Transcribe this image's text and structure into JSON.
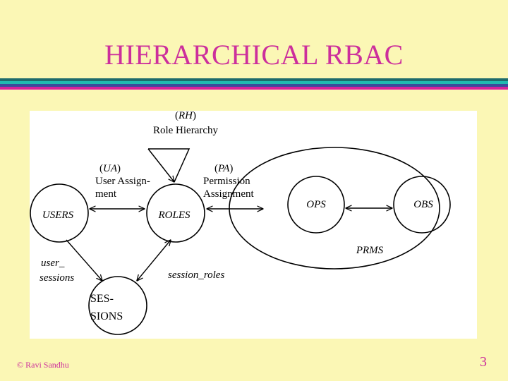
{
  "slide": {
    "title": "HIERARCHICAL RBAC",
    "footer_credit": "© Ravi Sandhu",
    "page_number": "3",
    "colors": {
      "background": "#fbf7b5",
      "title": "#cc2f9c",
      "rule_bands": [
        "#1e6b6b",
        "#20b9b0",
        "#3a4b9b",
        "#d6229c"
      ]
    }
  },
  "diagram": {
    "nodes": {
      "users": "USERS",
      "roles": "ROLES",
      "sessions_line1": "SES-",
      "sessions_line2": "SIONS",
      "ops": "OPS",
      "obs": "OBS",
      "prms": "PRMS"
    },
    "rh": {
      "abbr_open": "(",
      "abbr": "RH",
      "abbr_close": ")",
      "label": "Role Hierarchy"
    },
    "ua": {
      "abbr_open": "(",
      "abbr": "UA",
      "abbr_close": ")",
      "line1": "User Assign-",
      "line2": "ment"
    },
    "pa": {
      "abbr_open": "(",
      "abbr": "PA",
      "abbr_close": ")",
      "line1": "Permission",
      "line2": "Assignment"
    },
    "user_sessions_line1": "user_",
    "user_sessions_line2": "sessions",
    "session_roles": "session_roles"
  }
}
